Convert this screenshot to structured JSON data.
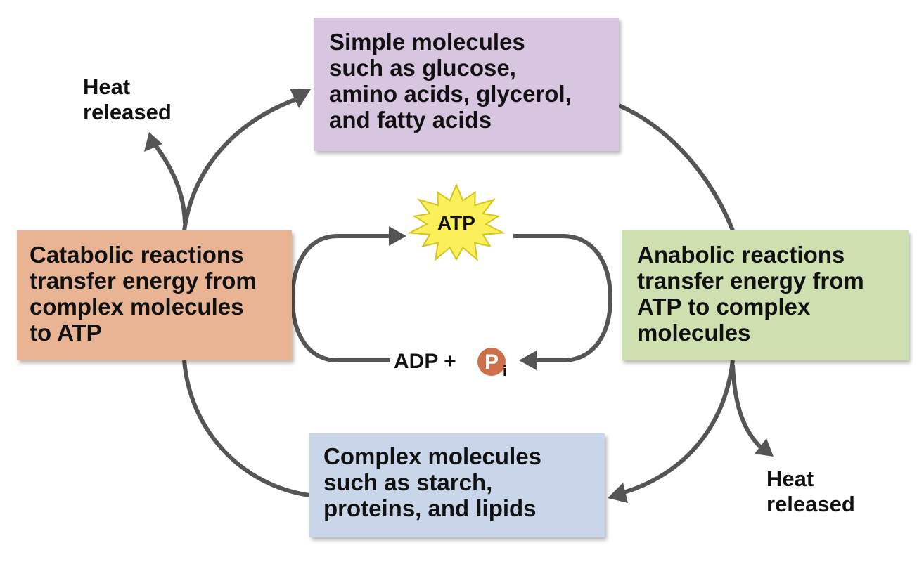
{
  "colors": {
    "simple_box": "#d8c6e0",
    "catabolic_box": "#e8b494",
    "anabolic_box": "#cfe0b0",
    "complex_box": "#c9d6ea",
    "arrow": "#555555",
    "atp_burst": "#fbf05a",
    "phosphate": "#cd6f48"
  },
  "boxes": {
    "simple": {
      "lines": [
        "Simple molecules",
        "such as glucose,",
        "amino acids, glycerol,",
        "and fatty acids"
      ]
    },
    "catabolic": {
      "lines": [
        "Catabolic reactions",
        "transfer energy from",
        "complex molecules",
        "to ATP"
      ]
    },
    "anabolic": {
      "lines": [
        "Anabolic reactions",
        "transfer energy from",
        "ATP to complex",
        "molecules"
      ]
    },
    "complex": {
      "lines": [
        "Complex molecules",
        "such as starch,",
        "proteins, and lipids"
      ]
    }
  },
  "heat_left": {
    "lines": [
      "Heat",
      "released"
    ]
  },
  "heat_right": {
    "lines": [
      "Heat",
      "released"
    ]
  },
  "atp": {
    "label": "ATP",
    "icon": "starburst-icon"
  },
  "adp": {
    "label": "ADP +",
    "phosphate_letter": "P",
    "phosphate_subscript": "i",
    "icon": "phosphate-circle-icon"
  }
}
